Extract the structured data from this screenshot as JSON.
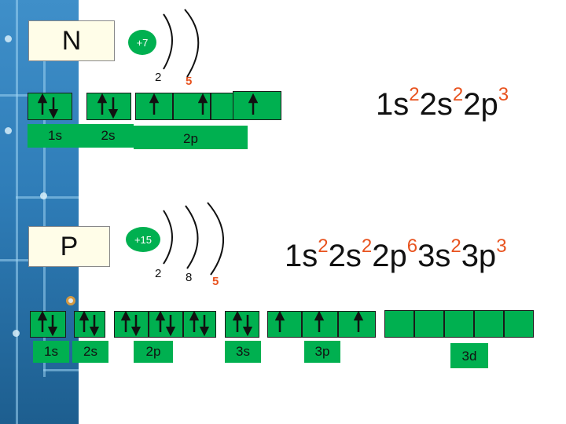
{
  "nitrogen": {
    "symbol": "N",
    "charge": "+7",
    "shell1": "2",
    "shell2": "5",
    "labels": [
      "1s",
      "2s",
      "2p"
    ],
    "formula": {
      "black": "1s",
      "sup1": "2",
      "part2": "2s",
      "sup2": "2",
      "part3": "2p",
      "sup3": "3"
    }
  },
  "phosphorus": {
    "symbol": "P",
    "charge": "+15",
    "shell1": "2",
    "shell2": "8",
    "shell3": "5",
    "labels": [
      "1s",
      "2s",
      "2p",
      "3s",
      "3p",
      "3d"
    ],
    "formula": {
      "p1": "1s",
      "s1": "2",
      "p2": "2s",
      "s2": "2",
      "p3": "2p",
      "s3": "6",
      "p4": "3s",
      "s4": "2",
      "p5": "3p",
      "s5": "3"
    }
  },
  "colors": {
    "green": "#00b050",
    "orange": "#e8531f",
    "board": "#2f7db8"
  }
}
